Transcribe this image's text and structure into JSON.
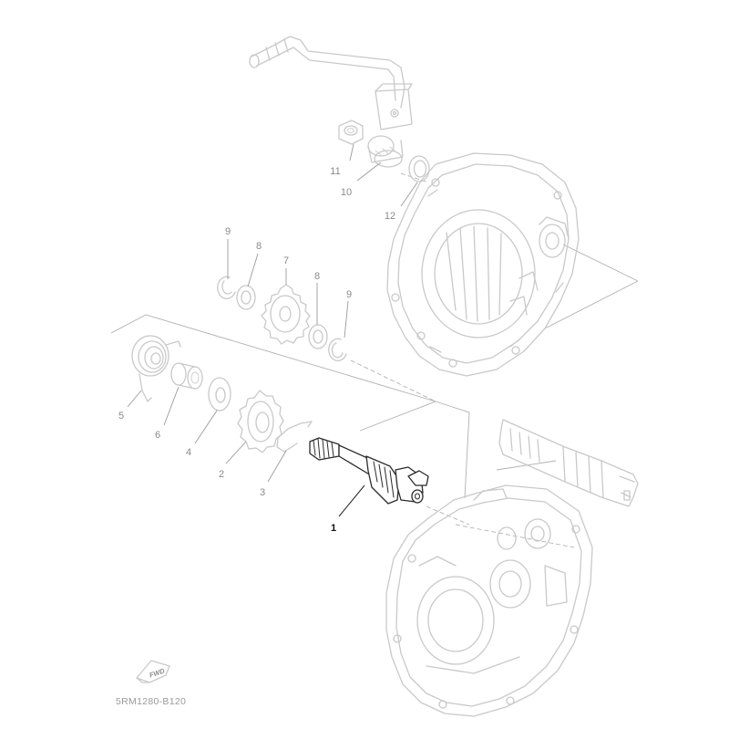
{
  "callouts": {
    "c1": "1",
    "c2": "2",
    "c3": "3",
    "c4": "4",
    "c5": "5",
    "c6": "6",
    "c7": "7",
    "c8a": "8",
    "c8b": "8",
    "c9a": "9",
    "c9b": "9",
    "c10": "10",
    "c11": "11",
    "c12": "12"
  },
  "direction_badge": "FWD",
  "diagram_code": "5RM1280-B120"
}
